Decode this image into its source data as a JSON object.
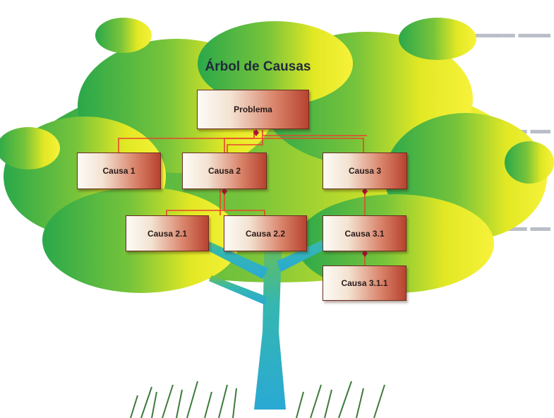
{
  "diagram": {
    "title": "Árbol de Causas",
    "nodes": {
      "problema": "Problema",
      "causa1": "Causa 1",
      "causa2": "Causa 2",
      "causa3": "Causa 3",
      "causa21": "Causa 2.1",
      "causa22": "Causa 2.2",
      "causa31": "Causa 3.1",
      "causa311": "Causa 3.1.1"
    }
  },
  "colors": {
    "box_border": "#6b2a22",
    "box_gradient_light": "#fdfbf6",
    "box_gradient_dark": "#b7422f",
    "connector": "#e8452b",
    "connector_dot": "#b0123a",
    "foliage_green": "#3fb24a",
    "foliage_yellow": "#f2ee1e",
    "trunk": "#2bb3c8"
  }
}
